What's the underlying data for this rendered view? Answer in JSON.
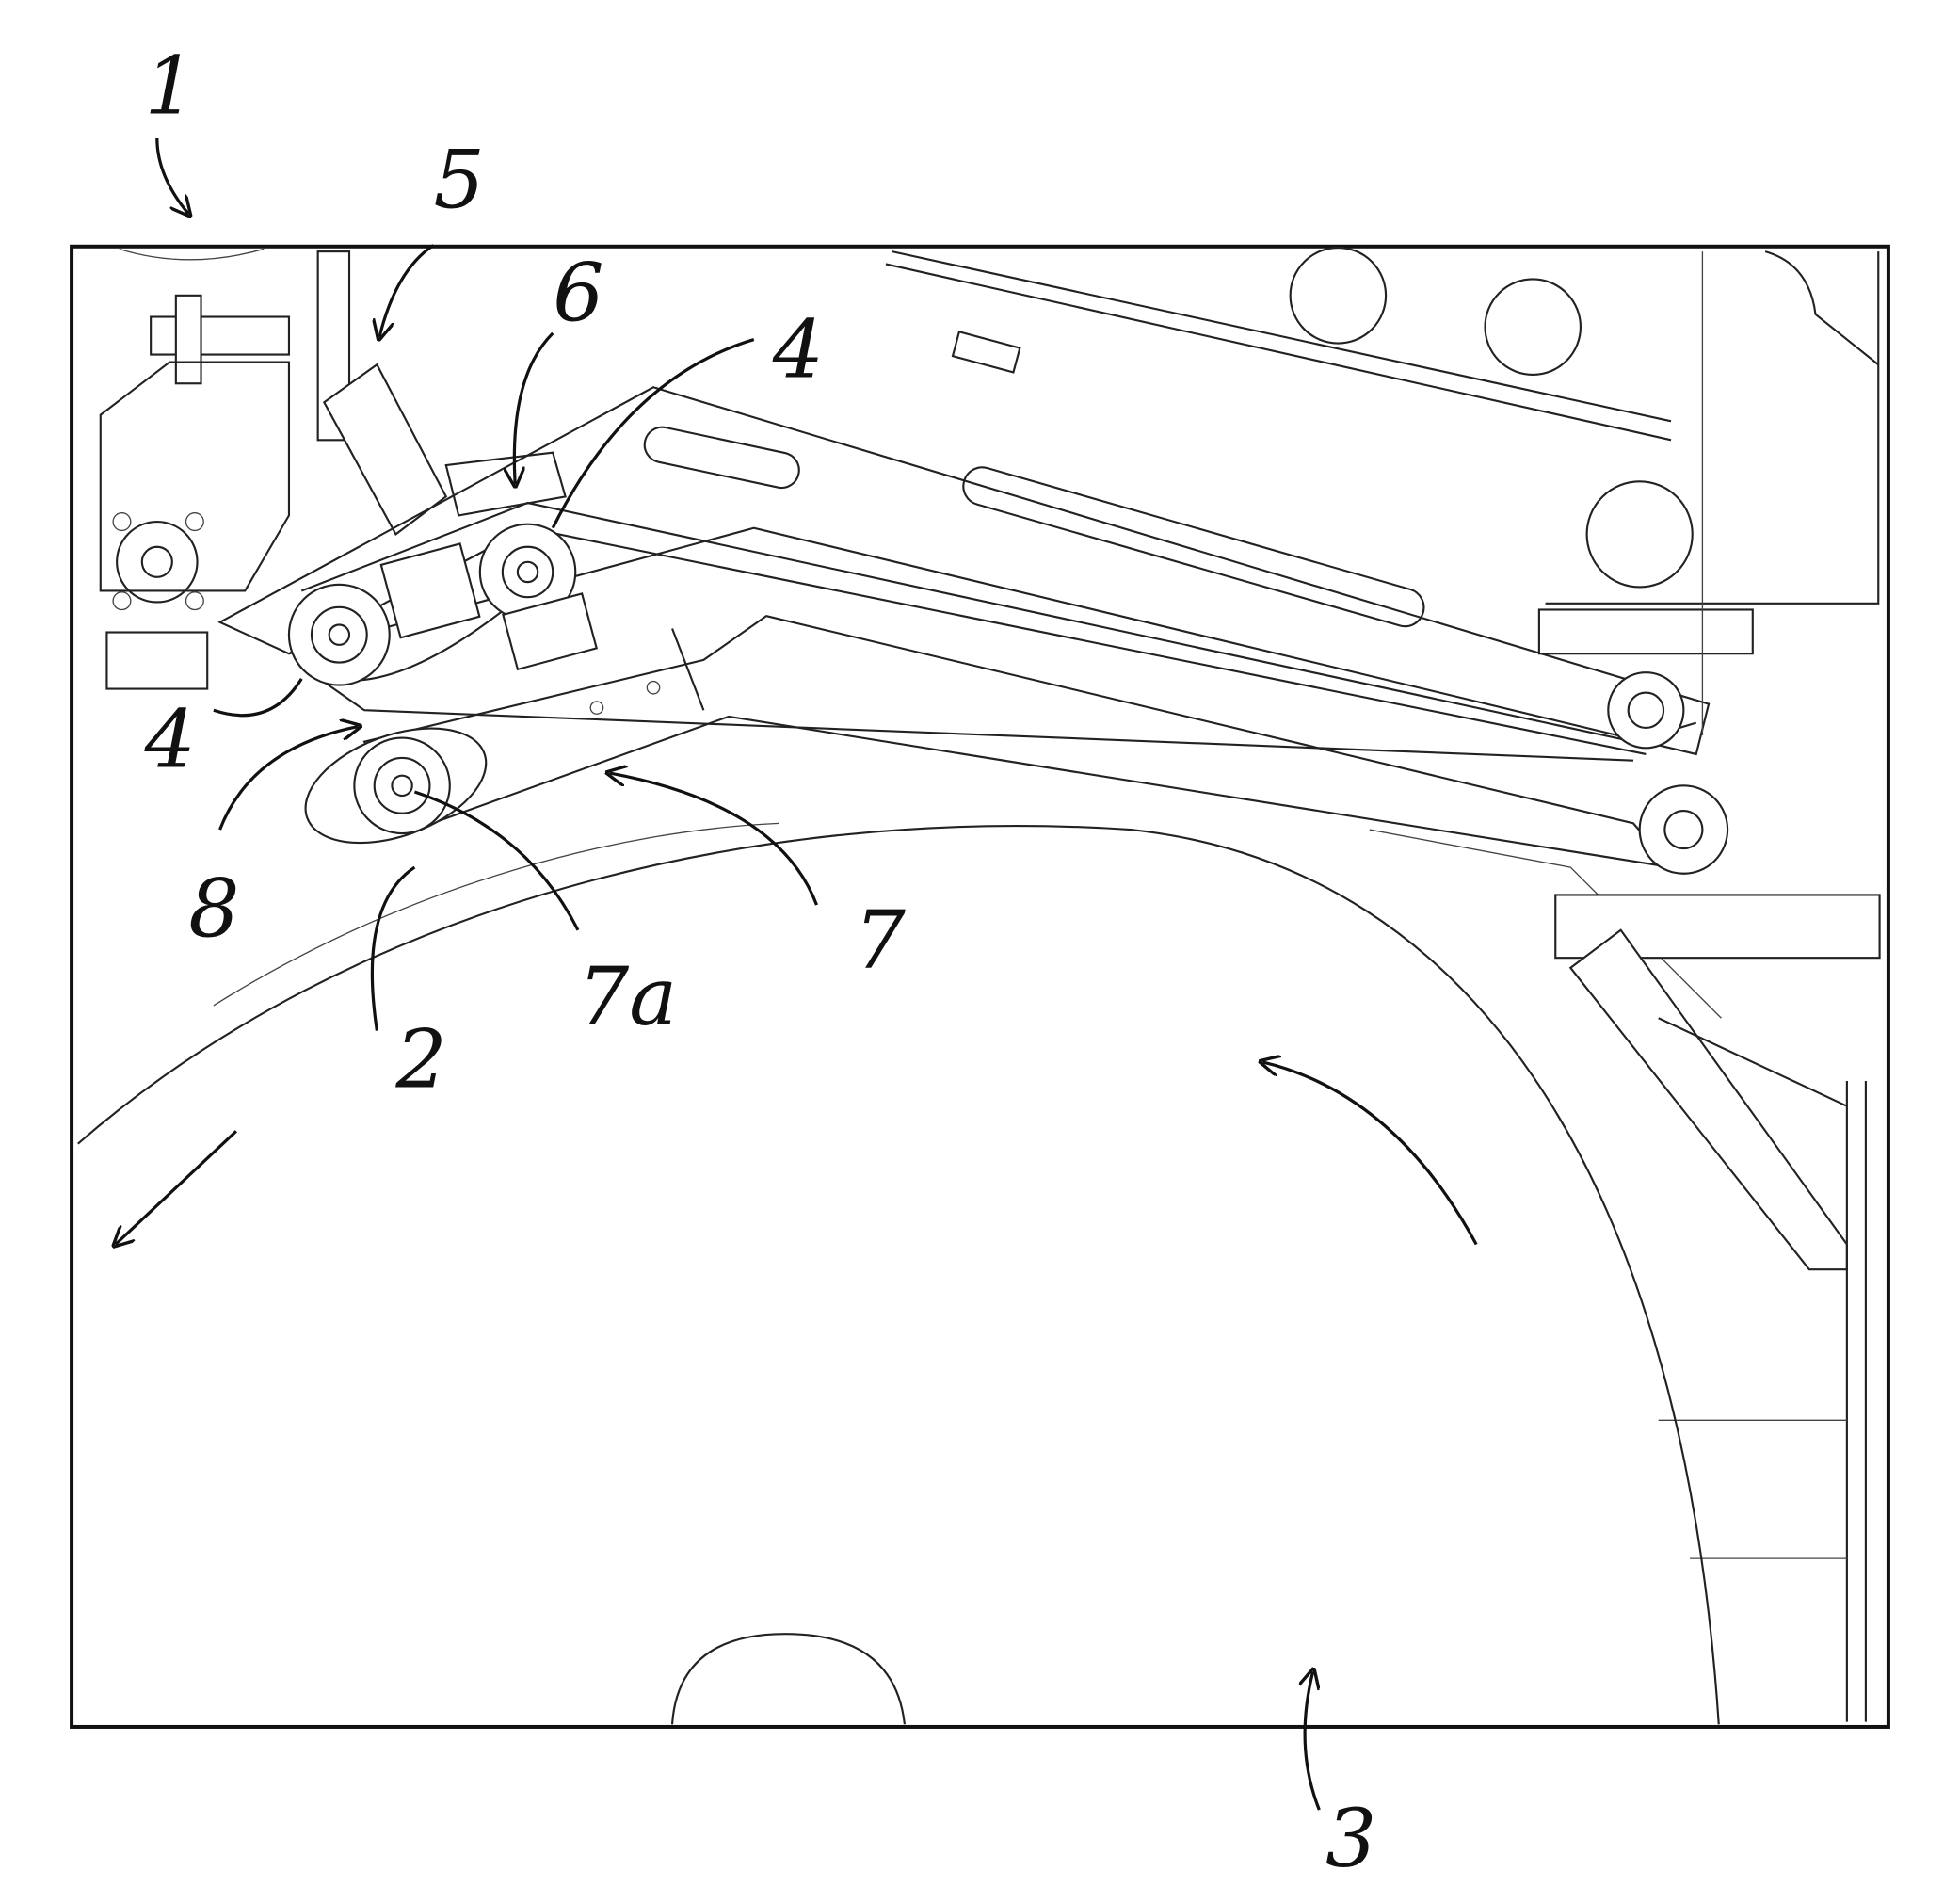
{
  "figure": {
    "labels": {
      "l1": "1",
      "l2": "2",
      "l3": "3",
      "l4a": "4",
      "l4b": "4",
      "l5": "5",
      "l6": "6",
      "l7": "7",
      "l7a": "7a",
      "l8": "8"
    }
  }
}
